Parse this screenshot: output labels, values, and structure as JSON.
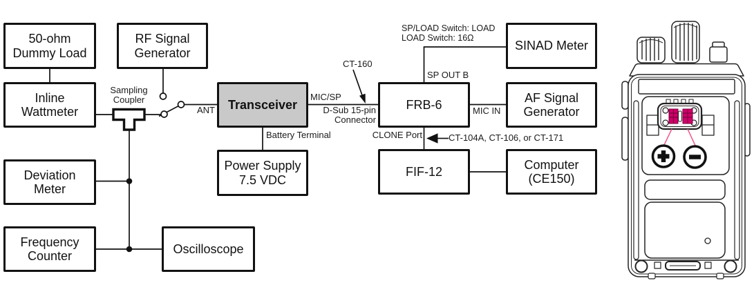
{
  "title": "Transceiver test setup block diagram",
  "colors": {
    "line": "#111111",
    "transceiver_fill": "#c9c9c9",
    "contact_magenta": "#cf0069",
    "leader_pink": "#ef5a8a"
  },
  "diagram": {
    "boxes": {
      "dummy_load": "50-ohm\nDummy Load",
      "rf_signal_generator": "RF Signal\nGenerator",
      "sinad_meter": "SINAD Meter",
      "inline_wattmeter": "Inline\nWattmeter",
      "transceiver": "Transceiver",
      "frb6": "FRB-6",
      "af_signal_generator": "AF Signal\nGenerator",
      "deviation_meter": "Deviation\nMeter",
      "power_supply": "Power Supply\n7.5 VDC",
      "fif12": "FIF-12",
      "computer": "Computer\n(CE150)",
      "frequency_counter": "Frequency\nCounter",
      "oscilloscope": "Oscilloscope"
    },
    "labels": {
      "sampling_coupler": "Sampling\nCoupler",
      "ant": "ANT",
      "mic_sp": "MIC/SP",
      "dsub_connector": "D-Sub 15-pin\nConnector",
      "battery_terminal": "Battery Terminal",
      "ct160": "CT-160",
      "sp_out_b": "SP OUT B",
      "sinad_switch_note": "SP/LOAD Switch: LOAD\nLOAD Switch: 16Ω",
      "mic_in": "MIC IN",
      "clone_port": "CLONE Port",
      "clone_cable": "CT-104A, CT-106, or CT-171"
    },
    "radio": {
      "icons": {
        "plus_terminal": "plus-circle",
        "minus_terminal": "minus-circle",
        "battery_contacts": "highlighted-battery-contacts"
      }
    }
  }
}
